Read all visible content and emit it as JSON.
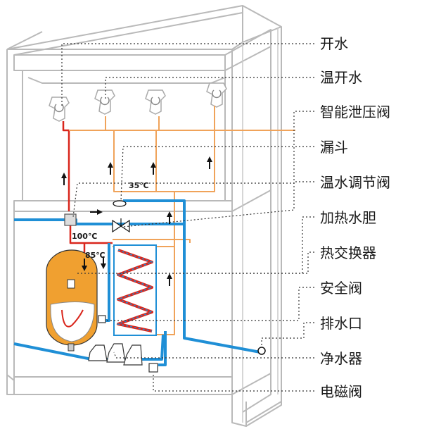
{
  "labels": [
    {
      "key": "boiling_water",
      "text": "开水"
    },
    {
      "key": "warm_water",
      "text": "温开水"
    },
    {
      "key": "pressure_relief_valve",
      "text": "智能泄压阀"
    },
    {
      "key": "funnel",
      "text": "漏斗"
    },
    {
      "key": "warm_water_valve",
      "text": "温水调节阀"
    },
    {
      "key": "heating_tank",
      "text": "加热水胆"
    },
    {
      "key": "heat_exchanger",
      "text": "热交换器"
    },
    {
      "key": "safety_valve",
      "text": "安全阀"
    },
    {
      "key": "drain_outlet",
      "text": "排水口"
    },
    {
      "key": "water_purifier",
      "text": "净水器"
    },
    {
      "key": "solenoid_valve",
      "text": "电磁阀"
    }
  ],
  "temps": {
    "t35": "35℃",
    "t100": "100℃",
    "t85": "85℃"
  },
  "colors": {
    "cold_pipe": "#1f8fd6",
    "warm_pipe": "#f0a35a",
    "hot_pipe": "#d9261c",
    "tank_fill": "#f0a030"
  }
}
